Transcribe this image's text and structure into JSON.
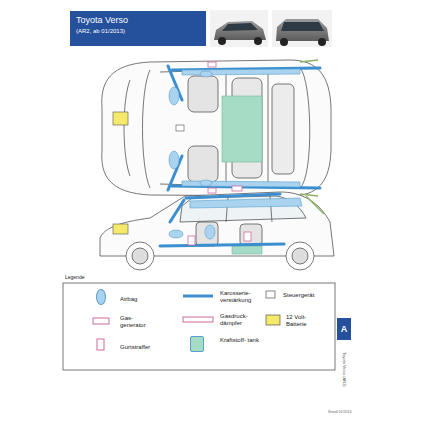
{
  "diagram": {
    "title": "Toyota Verso",
    "nodes": [
      {
        "text": [
          "A"
        ]
      }
    ],
    "labels": [
      "(AR2, ab 01/2013)",
      "Legende",
      "Toyota Verso (AR2)",
      "Stand 01/2013"
    ],
    "legend": [
      {
        "text": "Airbag",
        "color": "#a9d3ef"
      },
      {
        "text": "Gas- generator"
      },
      {
        "text": "Gurtstraffer"
      },
      {
        "text": "Karosserie- verstärkung"
      },
      {
        "text": "Gasdruck- dämpfer"
      },
      {
        "text": "Kraftstoff- tank",
        "color": "#a6dcc6"
      },
      {
        "text": "Steuergerät"
      },
      {
        "text": "12 Volt- Batterie"
      }
    ]
  }
}
